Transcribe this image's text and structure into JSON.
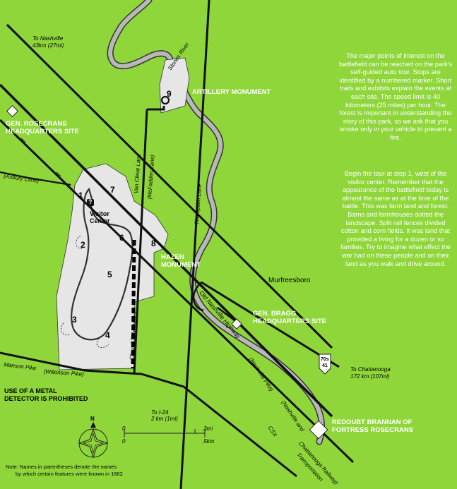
{
  "labels": {
    "nashville": "To Nashville",
    "nashville_dist": "43km (27mi)",
    "stones_river": "Stones River",
    "artillery": "ARTILLERY MONUMENT",
    "rosecrans_1": "GEN. ROSECRANS",
    "rosecrans_2": "HEADQUARTERS SITE",
    "asbury": "(Asbury Lane)",
    "van_cleve": "Van Cleve Lane",
    "mcfadden": "(McFadden Lane)",
    "thompson": "Thompson Lane",
    "visitor_1": "Visitor",
    "visitor_2": "Center",
    "hazen_1": "HAZEN",
    "hazen_2": "MONUMENT",
    "murfreesboro": "Murfreesboro",
    "bragg_1": "GEN. BRAGG",
    "bragg_2": "HEADQUARTERS SITE",
    "closed": "Closed To Vehicles",
    "old_nashville": "Old Nashville Highway",
    "nashville_pike": "(Nashville Pike)",
    "nashville_and": "(Nashville and",
    "csx": "CSX",
    "chattanooga_rail": "Chattanooga Railway)",
    "transportation": "Transportation",
    "chattanooga": "To Chattanooga",
    "chattanooga_dist": "172 km (107mi)",
    "manson": "Manson Pike",
    "wilkinson": "(Wilkinson Pike)",
    "i24": "To I-24",
    "i24_dist": "2 km (1mi)",
    "metal_1": "USE OF A METAL",
    "metal_2": "DETECTOR IS PROHIBITED",
    "redoubt_1": "REDOUBT BRANNAN OF",
    "redoubt_2": "FORTRESS ROSECRANS",
    "shield_1": "70s",
    "shield_2": "41",
    "north": "N"
  },
  "scale": {
    "zero_mi": "0",
    "zero_km": "0",
    "mi": ".3mi",
    "km": ".5km"
  },
  "stops": [
    "1",
    "2",
    "3",
    "4",
    "5",
    "6",
    "7",
    "8",
    "9"
  ],
  "info": {
    "p1": "The major points of interest on the battlefield can be reached on the park's self-guided auto tour. Stops are identified by a numbered marker. Short trails and exhibits explain the events at each site. The speed limit is 40 kilometers (25 miles) per hour. The forest is important in understanding the story of this park, so we ask that you smoke only in your vehicle to prevent a fire.",
    "p2": "Begin the tour at stop 1, west of the visitor center. Remember that the appearance of the battlefield today is almost the same as at the time of the battle. This was farm land and forest. Barns and farmhouses dotted the landscape. Split rail fences divided cotton and corn fields. It was land that provided a living for a dozen or so families. Try to imagine what effect the war had on these people and on their land as you walk and drive around."
  },
  "note": {
    "line1": "Note: Names in parentheses denote the names",
    "line2": "by which certain features were known in 1862"
  },
  "colors": {
    "background": "#8fd63a",
    "river": "#b8b8b8",
    "park": "#e6e6e6",
    "road": "#111111"
  }
}
